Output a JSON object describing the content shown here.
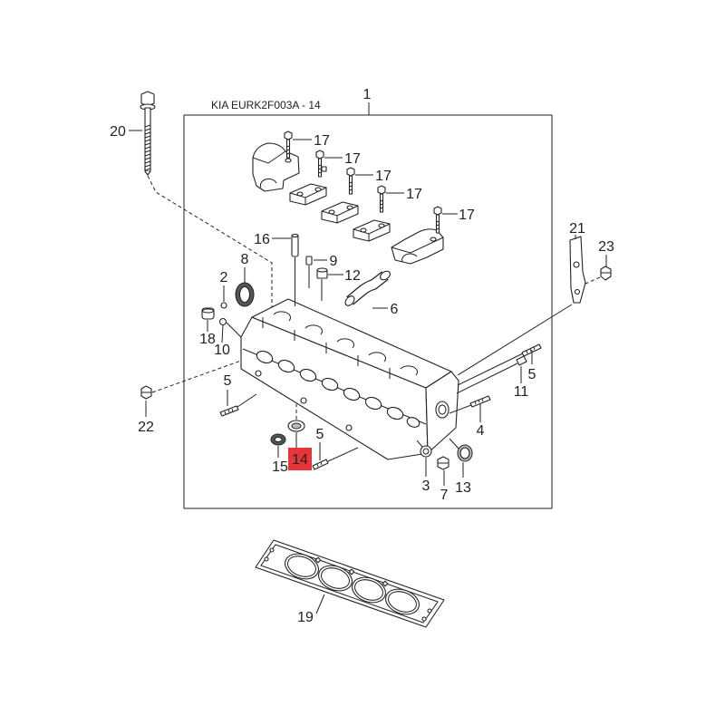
{
  "diagram": {
    "assembly_label": "1",
    "title": "KIA EURK2F003A - 14",
    "highlighted_callout": "14",
    "highlight_color": "#e8353b",
    "callouts": [
      "20",
      "17",
      "17",
      "17",
      "17",
      "17",
      "16",
      "9",
      "8",
      "2",
      "12",
      "6",
      "21",
      "23",
      "18",
      "10",
      "5",
      "5",
      "11",
      "22",
      "4",
      "5",
      "15",
      "3",
      "7",
      "13",
      "19"
    ]
  }
}
